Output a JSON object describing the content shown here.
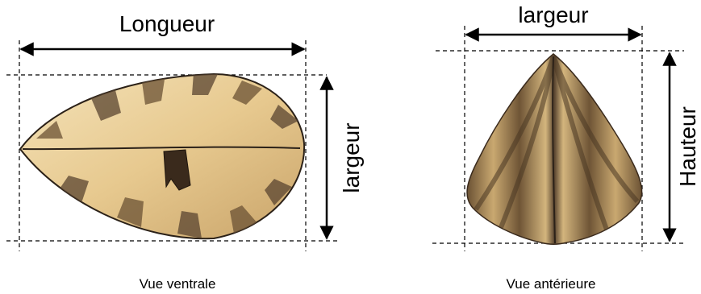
{
  "ventral_view": {
    "length_label": "Longueur",
    "width_label": "largeur",
    "caption": "Vue ventrale"
  },
  "anterior_view": {
    "width_label": "largeur",
    "height_label": "Hauteur",
    "caption": "Vue antérieure"
  },
  "colors": {
    "shell_light": "#e9cf9a",
    "shell_mid": "#c9a46a",
    "shell_dark_band": "#5a4530",
    "outline": "#2b2118",
    "dimension_lines": "#000000"
  }
}
